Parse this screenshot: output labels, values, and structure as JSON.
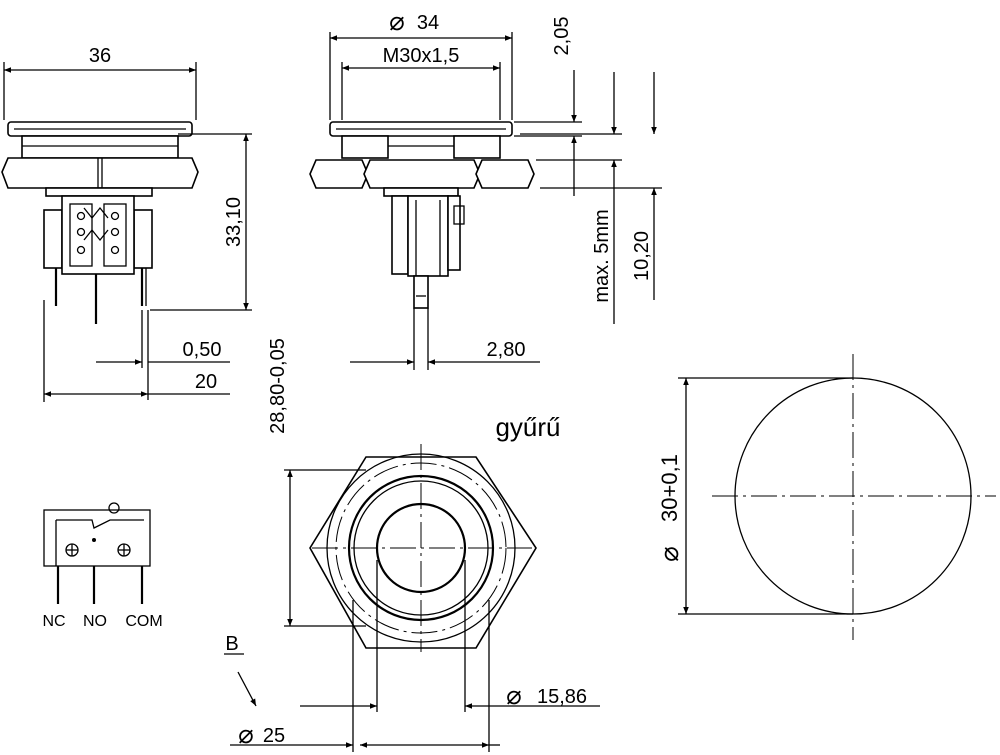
{
  "front_view": {
    "width_dim": "36",
    "height_dim": "33,10",
    "pin_gap_dim": "0,50",
    "pin_span_dim": "20"
  },
  "side_view": {
    "diameter_dim": "34",
    "thread_dim": "M30x1,5",
    "top_offset_dim": "2,05",
    "max_dim": "max. 5mm",
    "depth_dim": "10,20",
    "terminal_dim": "2,80"
  },
  "top_view": {
    "ring_label": "gyűrű",
    "across_flats_dim": "28,80-0,05",
    "button_dia_dim": "15,86",
    "outer_dia_dim": "25",
    "view_label": "B"
  },
  "cutout": {
    "diameter_dim": "30+0,1"
  },
  "schematic": {
    "pin_nc": "NC",
    "pin_no": "NO",
    "pin_com": "COM"
  },
  "symbols": {
    "diameter": "⌀"
  }
}
